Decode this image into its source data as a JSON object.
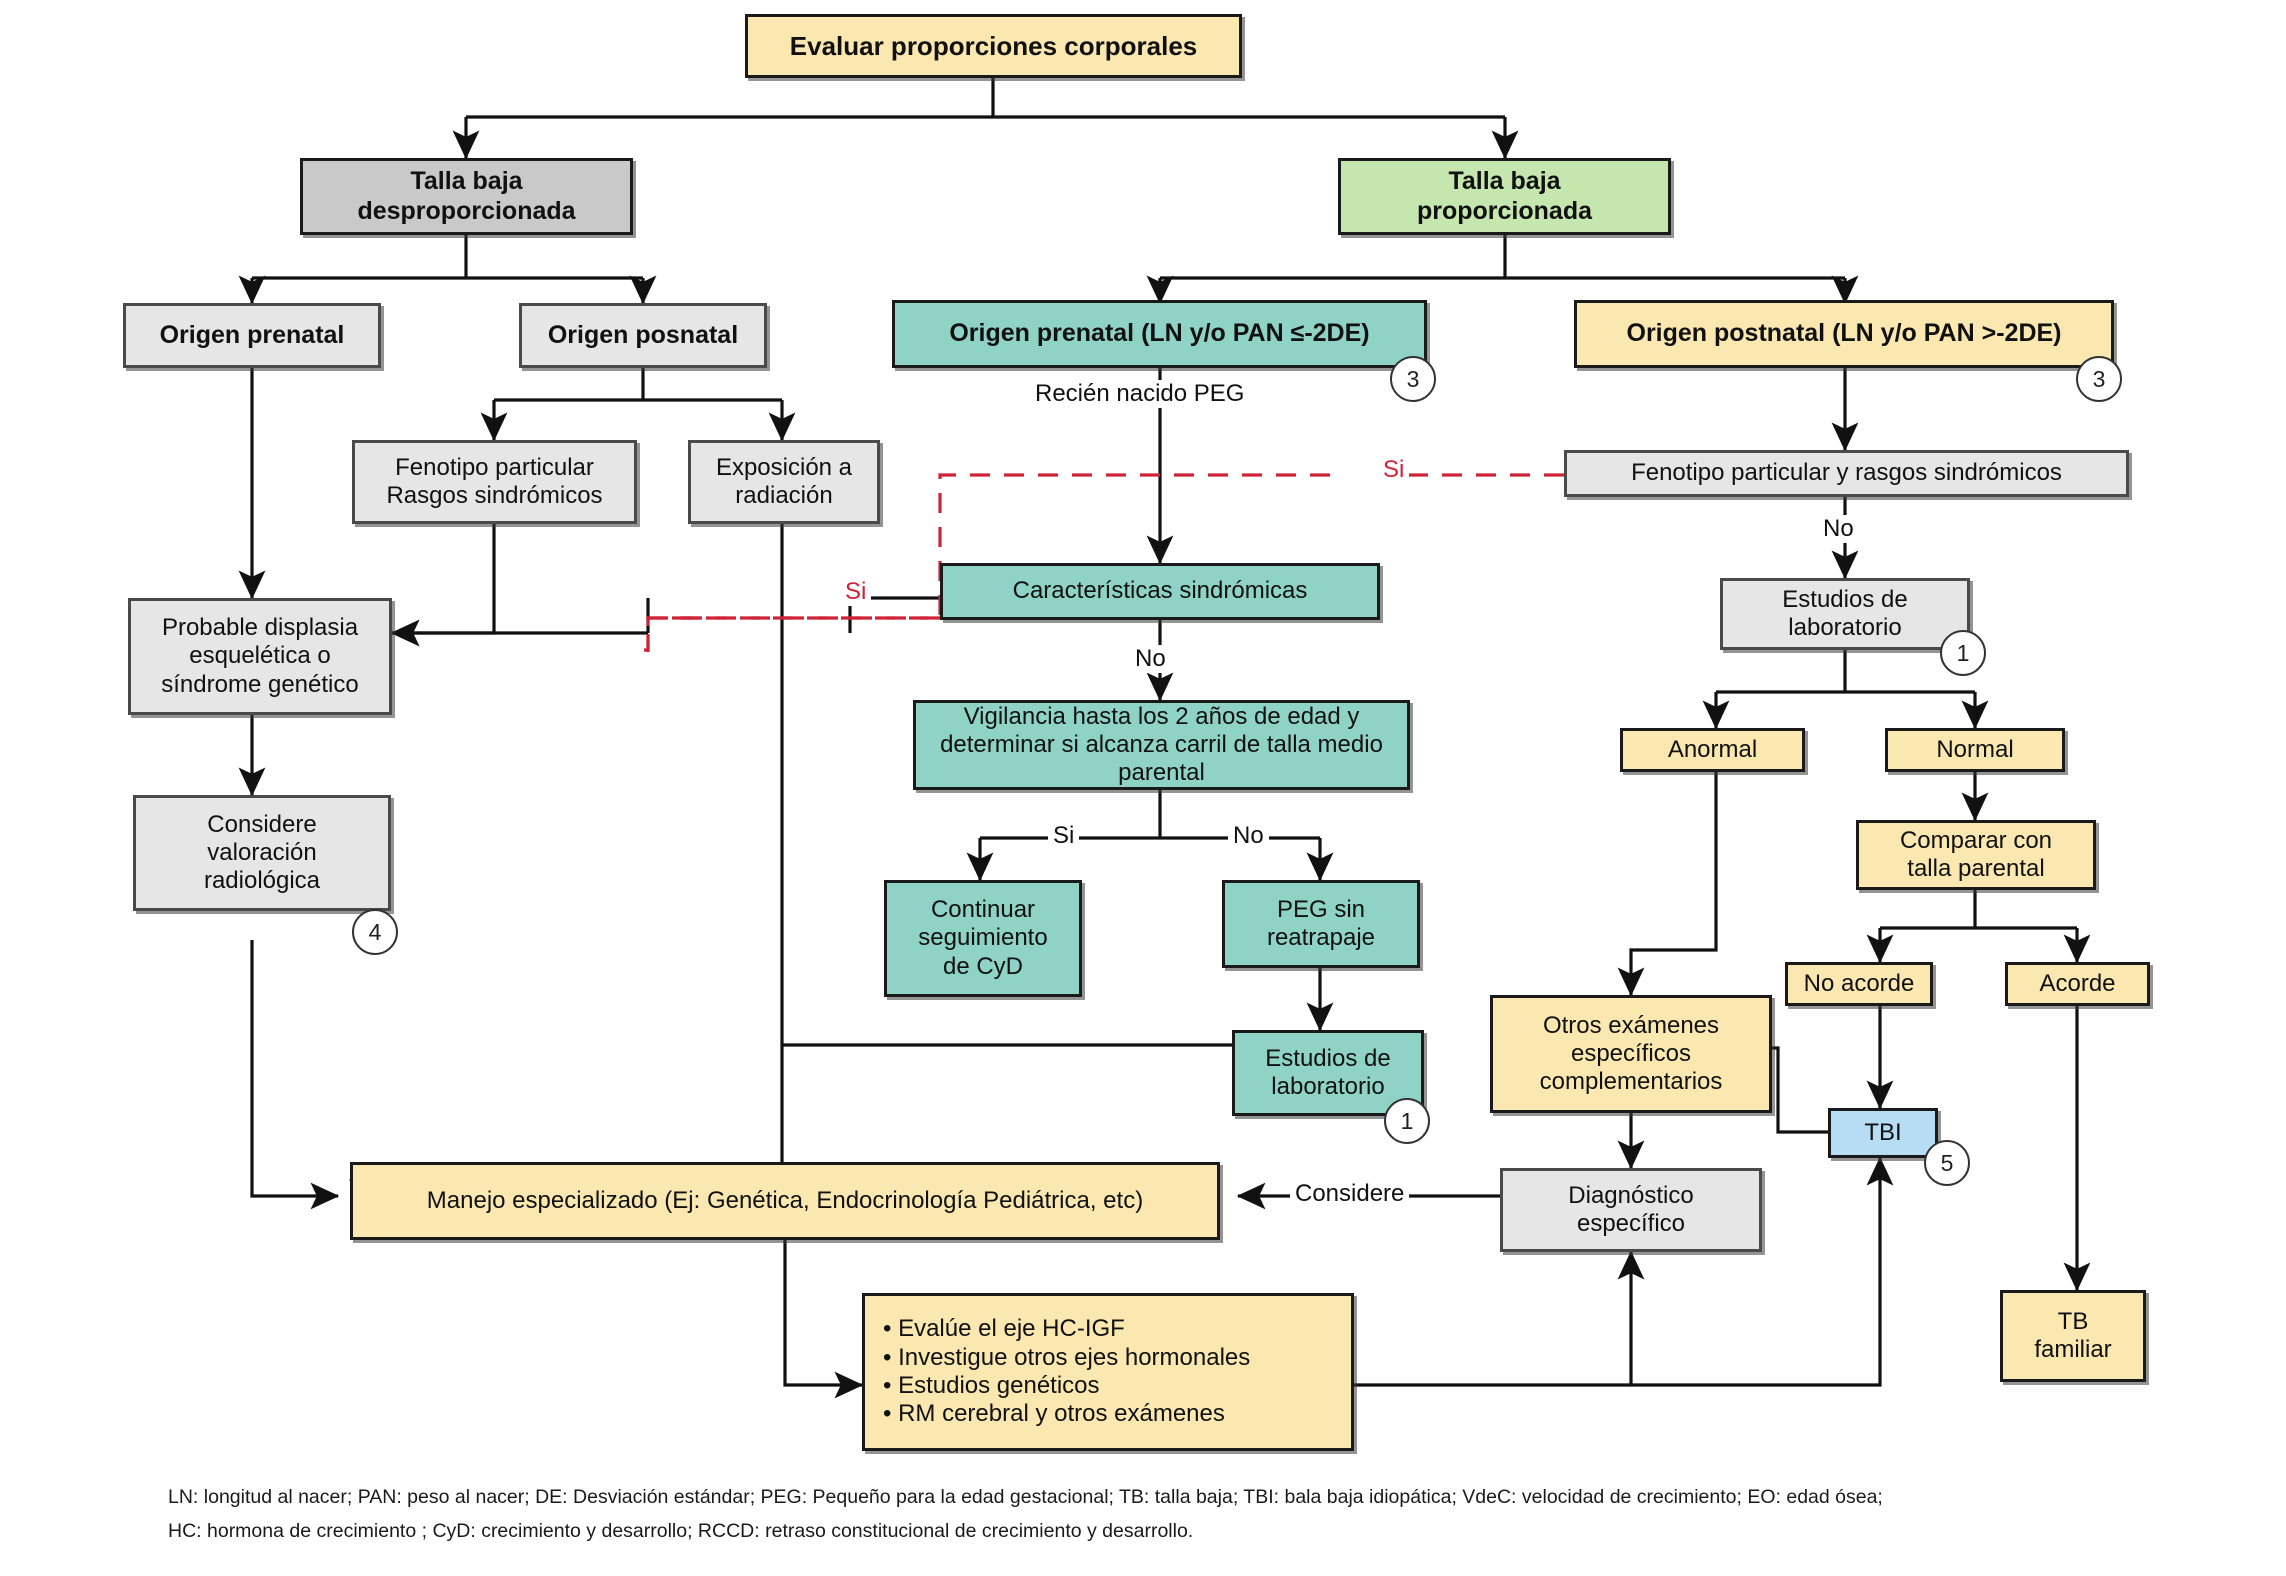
{
  "diagram": {
    "title": "Evaluar proporciones corporales",
    "nodes": {
      "root": "Evaluar proporciones corporales",
      "talla_baja_desproporcionada": "Talla baja\ndesproporcionada",
      "talla_baja_proporcionada": "Talla baja\nproporcionada",
      "origen_prenatal_izq": "Origen prenatal",
      "origen_posnatal_izq": "Origen posnatal",
      "origen_prenatal_der": "Origen prenatal  (LN y/o PAN ≤-2DE)",
      "origen_postnatal_der": "Origen postnatal (LN y/o PAN >-2DE)",
      "fenotipo_rasgos": "Fenotipo particular\nRasgos sindrómicos",
      "exposicion_radiacion": "Exposición a\nradiación",
      "fenotipo_rasgos_der": "Fenotipo particular y rasgos sindrómicos",
      "caracteristicas_sindromicas": "Características sindrómicas",
      "probable_displasia": "Probable displasia\nesquelética o\nsíndrome genético",
      "considere_valoracion": "Considere\nvaloración\nradiológica",
      "vigilancia": "Vigilancia hasta los 2 años de edad y\ndeterminar si alcanza carril de talla medio\nparental",
      "continuar_seguimiento": "Continuar\nseguimiento\nde CyD",
      "peg_sin_reatrapaje": "PEG sin\nreatrapaje",
      "estudios_lab_centro": "Estudios de\nlaboratorio",
      "estudios_lab_der": "Estudios de\nlaboratorio",
      "anormal": "Anormal",
      "normal": "Normal",
      "comparar_talla_parental": "Comparar con\ntalla parental",
      "no_acorde": "No acorde",
      "acorde": "Acorde",
      "otros_examenes": "Otros exámenes\nespecíficos\ncomplementarios",
      "tbi": "TBI",
      "diagnostico_especifico": "Diagnóstico\nespecífico",
      "tb_familiar": "TB\nfamiliar",
      "manejo_especializado": "Manejo especializado (Ej: Genética, Endocrinología Pediátrica, etc)"
    },
    "bullet_box": {
      "items": [
        "• Evalúe el eje HC-IGF",
        "• Investigue otros ejes hormonales",
        "• Estudios genéticos",
        "• RM cerebral y otros exámenes"
      ]
    },
    "edge_labels": {
      "recien_nacido_peg": "Recién nacido PEG",
      "si_red_right": "Si",
      "si_red_left": "Si",
      "no_caracteristicas": "No",
      "no_fenotipo_der": "No",
      "si_vigilancia": "Si",
      "no_vigilancia": "No",
      "considere": "Considere"
    },
    "markers": {
      "prenatal_der": "3",
      "postnatal_der": "3",
      "estudios_lab_der": "1",
      "estudios_lab_centro": "1",
      "considere_valoracion": "4",
      "tbi": "5"
    },
    "footer": {
      "line1": "LN: longitud al nacer; PAN: peso al nacer;  DE: Desviación estándar; PEG:  Pequeño para la edad gestacional; TB: talla baja; TBI: bala baja idiopática; VdeC: velocidad de crecimiento; EO: edad ósea;",
      "line2": "HC: hormona de crecimiento ; CyD: crecimiento y desarrollo; RCCD: retraso constitucional de crecimiento y desarrollo."
    },
    "colors": {
      "cream": "#fae8b0",
      "gray_dark": "#c9c9c9",
      "gray_light": "#e6e6e6",
      "green": "#c5e6ae",
      "teal": "#8fd3c6",
      "blue": "#b7ddf4",
      "red_dashed": "#cf2338",
      "edge": "#111111"
    }
  }
}
